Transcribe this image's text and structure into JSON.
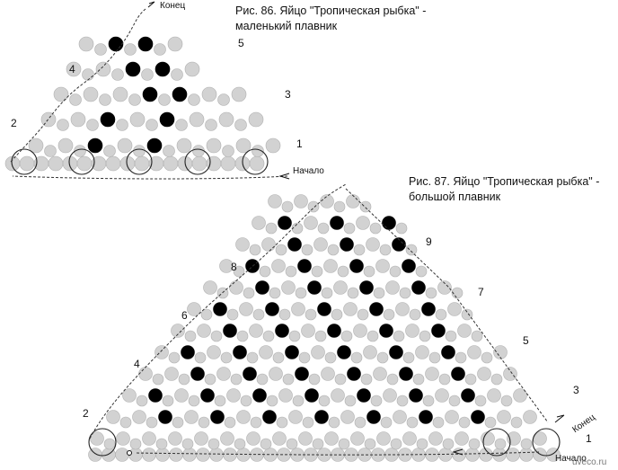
{
  "fig86": {
    "caption_line1": "Рис. 86. Яйцо \"Тропическая рыбка\" -",
    "caption_line2": "маленький плавник",
    "start_label": "Начало",
    "end_label": "Конец",
    "row_labels": [
      "1",
      "2",
      "3",
      "4",
      "5"
    ],
    "dark_beads": [
      [
        0,
        2
      ],
      [
        0,
        4
      ],
      [
        1,
        2
      ],
      [
        1,
        4
      ],
      [
        2,
        3
      ],
      [
        2,
        4
      ],
      [
        3,
        2
      ],
      [
        3,
        3
      ],
      [
        4,
        1
      ],
      [
        4,
        2
      ]
    ]
  },
  "fig87": {
    "caption_line1": "Рис. 87. Яйцо \"Тропическая рыбка\" -",
    "caption_line2": "большой плавник",
    "start_label": "Начало",
    "end_label": "Конец",
    "row_labels": [
      "1",
      "2",
      "3",
      "4",
      "5",
      "6",
      "7",
      "8",
      "9"
    ]
  },
  "watermark": "uveco.ru",
  "colors": {
    "dark_bead": "#000000",
    "light_bead": "#d2d2d2",
    "thread": "#333333"
  }
}
